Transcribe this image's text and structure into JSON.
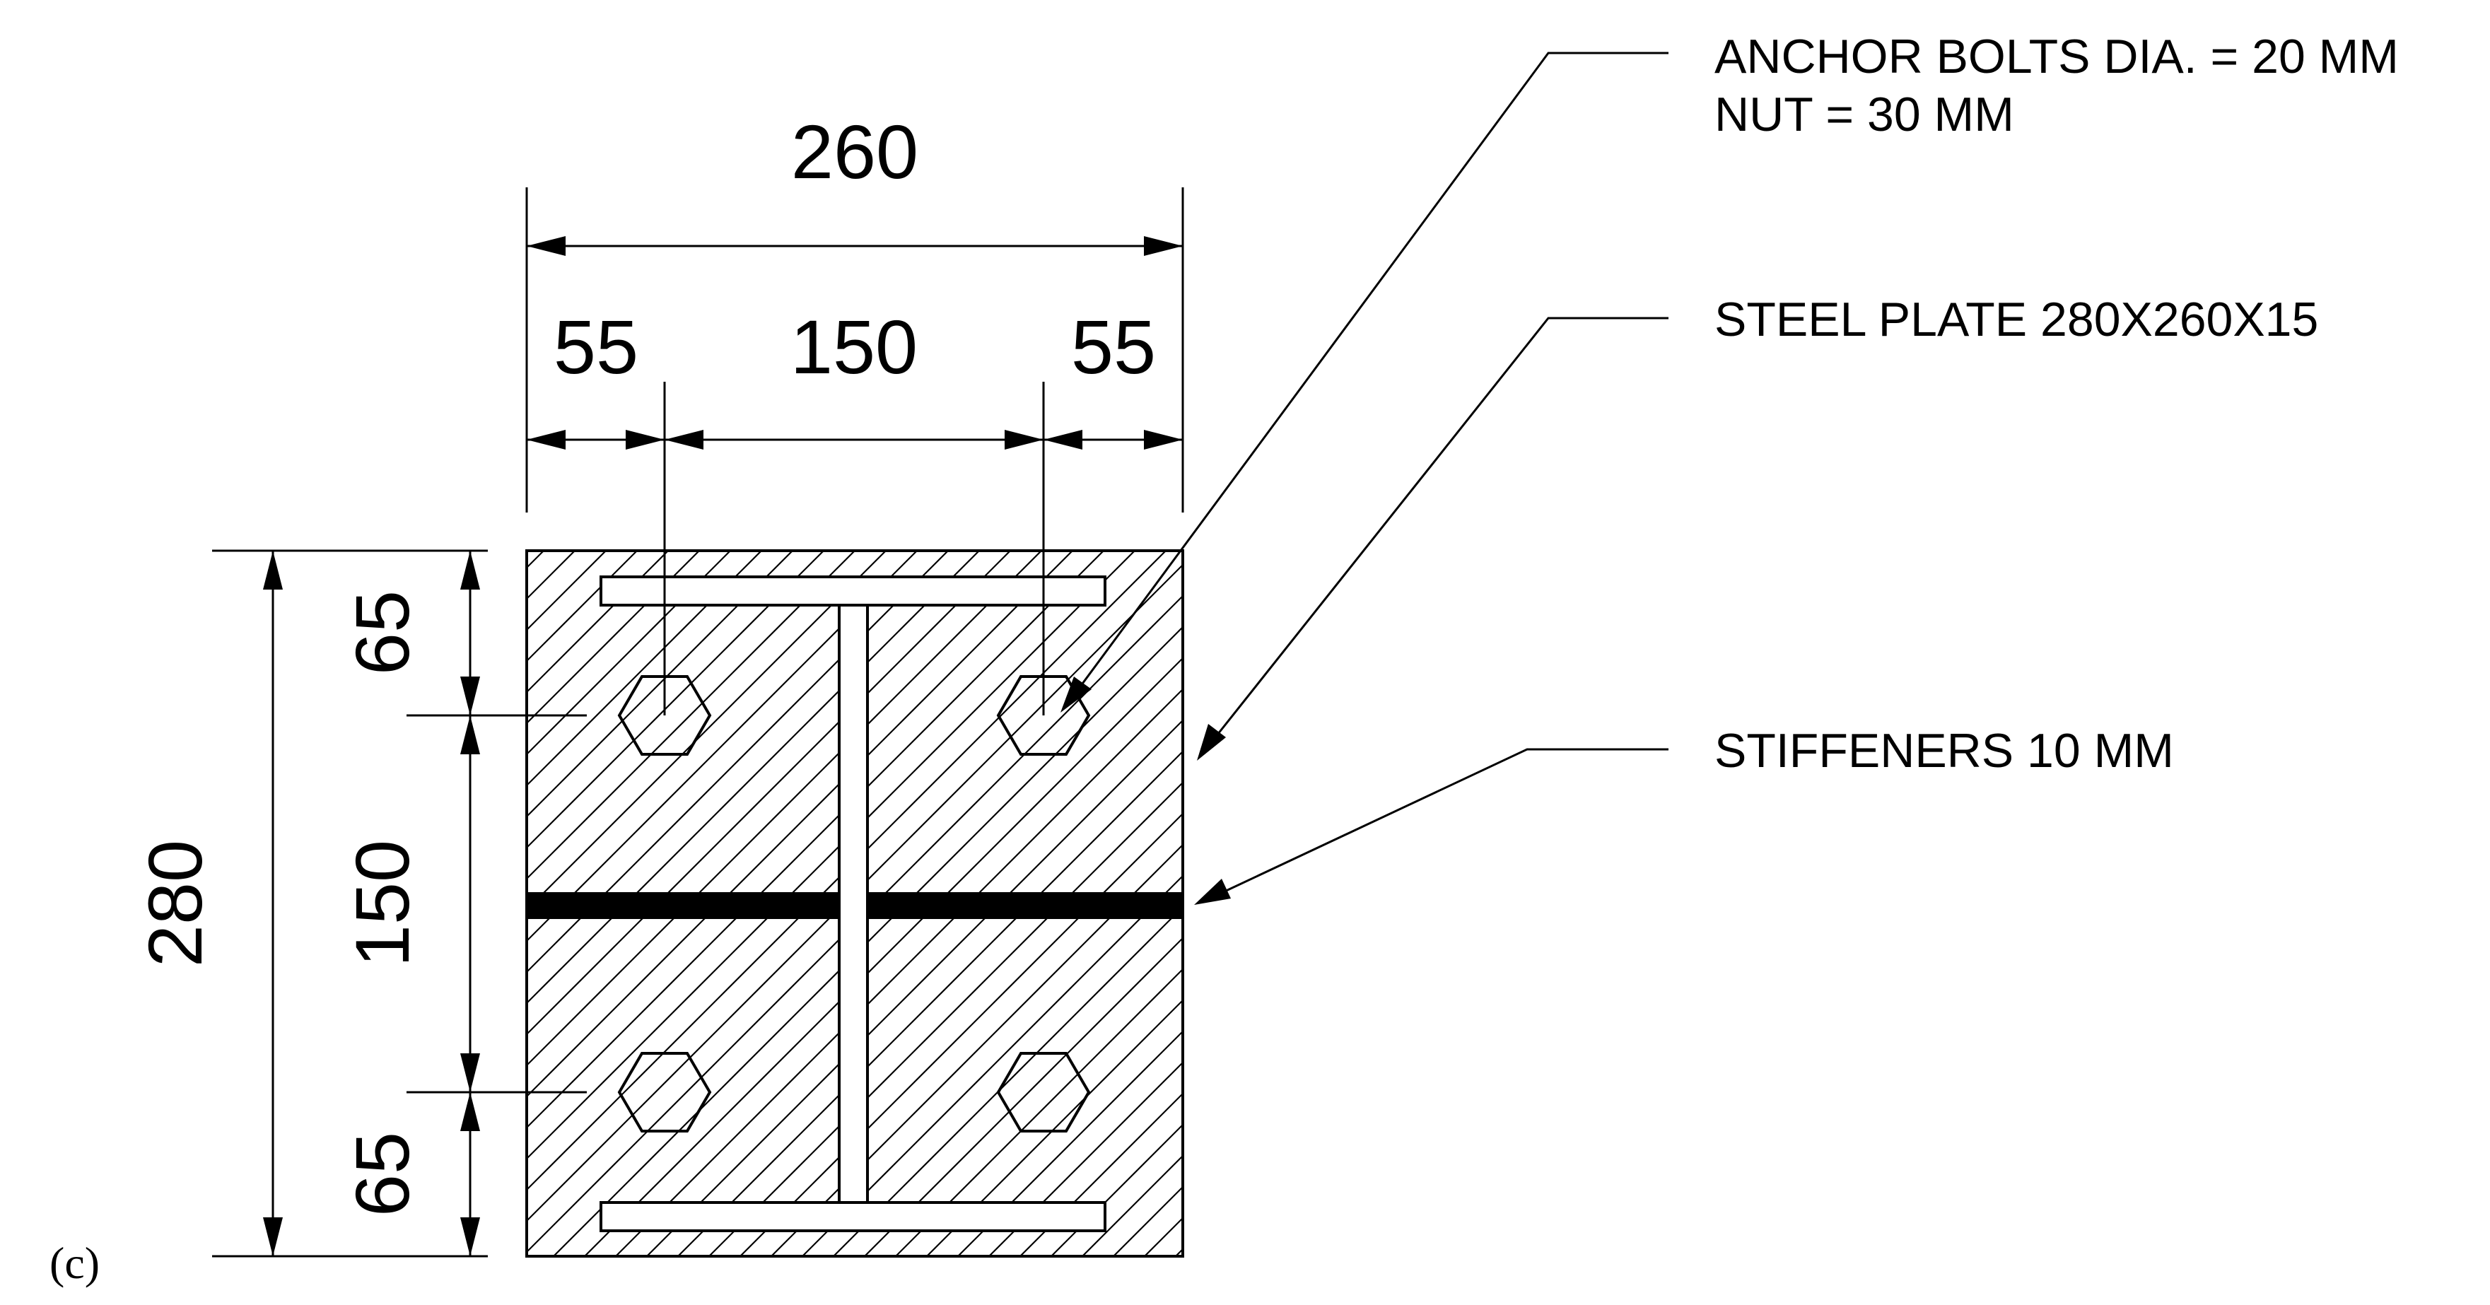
{
  "dimensions": {
    "plate_width": "260",
    "edge_left": "55",
    "bolt_spacing_x": "150",
    "edge_right": "55",
    "plate_height": "280",
    "edge_top": "65",
    "bolt_spacing_y": "150",
    "edge_bottom": "65"
  },
  "notes": {
    "anchor_bolts": [
      "ANCHOR BOLTS DIA. = 20 MM",
      "NUT = 30 MM"
    ],
    "steel_plate": "STEEL PLATE 280X260X15",
    "stiffeners": "STIFFENERS 10 MM"
  },
  "panel_label": "(c)"
}
